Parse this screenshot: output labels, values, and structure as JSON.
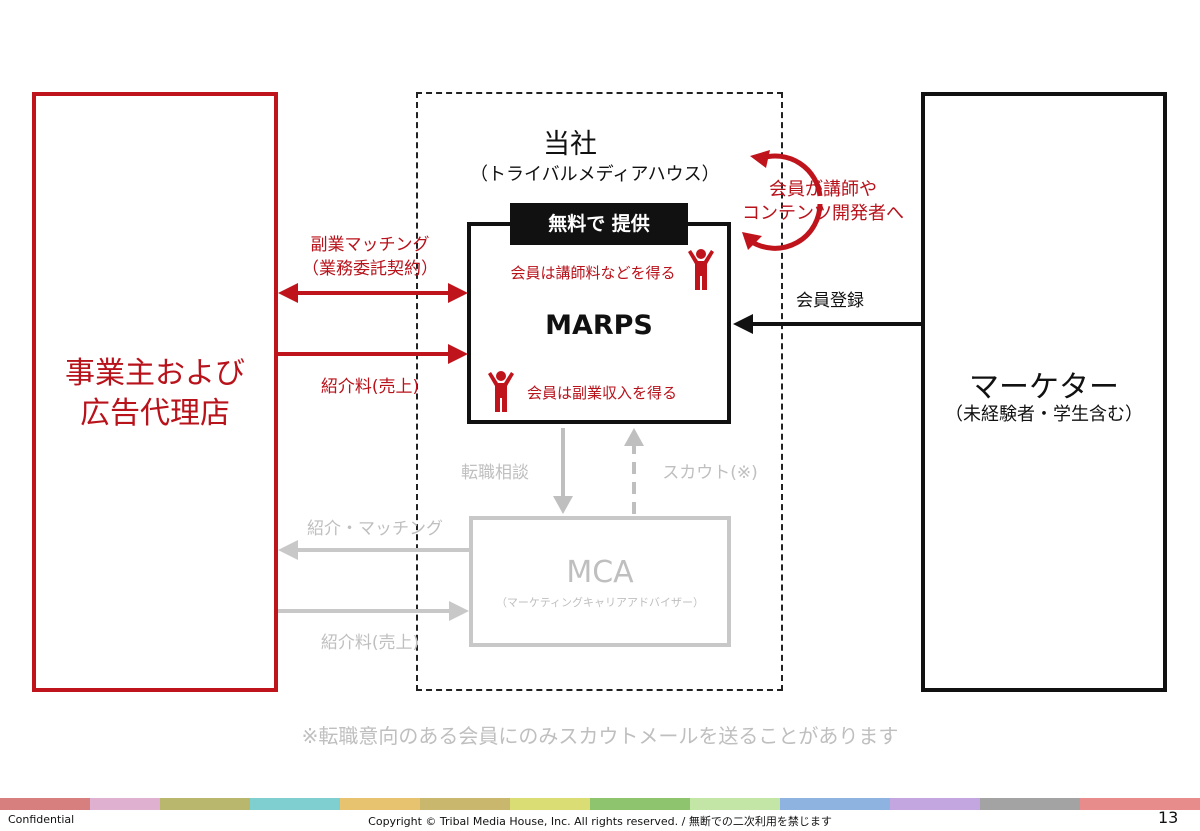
{
  "left_party": {
    "line1": "事業主および",
    "line2": "広告代理店"
  },
  "company": {
    "title": "当社",
    "subtitle": "（トライバルメディアハウス）"
  },
  "cycle_note": {
    "line1": "会員が講師や",
    "line2": "コンテンツ開発者へ"
  },
  "marps": {
    "badge": "無料で 提供",
    "name": "MARPS",
    "note_top": "会員は講師料などを得る",
    "note_bottom": "会員は副業収入を得る"
  },
  "marketer": {
    "title": "マーケター",
    "subtitle": "（未経験者・学生含む）"
  },
  "arrows": {
    "side_job_line1": "副業マッチング",
    "side_job_line2": "（業務委託契約）",
    "referral_fee": "紹介料(売上)",
    "member_registration": "会員登録",
    "career_consult": "転職相談",
    "scout": "スカウト(※)",
    "intro_matching": "紹介・マッチング",
    "referral_fee_mca": "紹介料(売上)"
  },
  "mca": {
    "name": "MCA",
    "subtitle": "（マーケティングキャリアアドバイザー）"
  },
  "footnote": "※転職意向のある会員にのみスカウトメールを送ることがあります",
  "footer": {
    "left": "Confidential",
    "center": "Copyright © Tribal Media House, Inc. All rights reserved. / 無断での二次利用を禁じます",
    "page": "13"
  },
  "colors": {
    "accent_red": "#c0141c",
    "muted_gray": "#bfbfbf",
    "dark": "#111111"
  },
  "icons": [
    "person-icon",
    "cycle-arrow-icon"
  ]
}
